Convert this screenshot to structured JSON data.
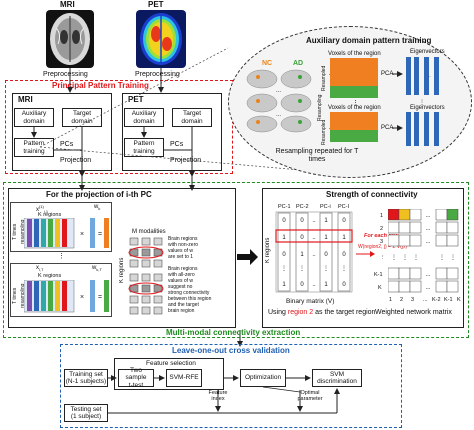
{
  "top": {
    "mri_label": "MRI",
    "pet_label": "PET",
    "preprocessing_mri": "Preprocessing",
    "preprocessing_pet": "Preprocessing"
  },
  "principal": {
    "title": "Principal Pattern Training",
    "mri": {
      "title": "MRI",
      "aux": "Auxiliary domain",
      "target": "Target domain",
      "pattern": "Pattern training",
      "pcs": "PCs",
      "projection": "Projection"
    },
    "pet": {
      "title": "PET",
      "aux": "Auxiliary domain",
      "target": "Target domain",
      "pattern": "Pattern training",
      "pcs": "PCs",
      "projection": "Projection"
    }
  },
  "aux_training": {
    "title": "Auxiliary domain pattern training",
    "nc": "NC",
    "ad": "AD",
    "voxels_top": "Voxels of the region",
    "voxels_bottom": "Voxels of the region",
    "resampled_top": "Resampled\nsamples",
    "resampled_bottom": "Resampled\nsamples",
    "resampling": "Resampling",
    "pca_top": "PCA",
    "pca_bottom": "PCA",
    "eigen_top": "Eigenvectors",
    "eigen_bottom": "Eigenvectors",
    "repeated": "Resampling repeated for T\ntimes",
    "colors": {
      "nc": "#e8841a",
      "ad": "#3aa23a",
      "orange": "#f07f21",
      "green": "#49a942",
      "blue": "#2e66b8"
    }
  },
  "projection": {
    "title": "For the projection of i-th PC",
    "x_top": "x",
    "x_top_sup": "(1)",
    "x_top_sub": "i,1",
    "w_top": "w",
    "w_top_sub": "k",
    "t_times_top": "T times\nresampling",
    "k_regions_top": "K regions",
    "x_bot": "x",
    "x_bot_sub": "i,T",
    "w_bot": "w",
    "w_bot_sub": "k,T",
    "t_times_bot": "T times\nresampling",
    "k_regions_bot": "K regions",
    "m_modalities": "M modalities",
    "k_regions": "K regions",
    "note1": "Brain regions\nwith non-zero\nvalues of w\nare set to 1",
    "note2": "Brain regions\nwith all-zero\nvalues of w\nsuggest no\nstrong connectivity\nbetween this region\nand the target\nbrain region"
  },
  "strength": {
    "title": "Strength of connectivity",
    "pc_labels": [
      "PC-1",
      "PC-2",
      "PC-i",
      "PC-I"
    ],
    "k_regions": "K regions",
    "binary_matrix": "Binary matrix (V)",
    "using": "Using",
    "region2": "region 2",
    "as_target": "as the target region",
    "for_each": "For each row,",
    "formula": "W(region2, j) = Σ V(j,i)",
    "weighted": "Weighted network matrix",
    "row_labels": [
      "1",
      "2",
      "3",
      "⋮",
      "K-1",
      "K"
    ],
    "col_labels": [
      "1",
      "2",
      "3",
      "...",
      "K-2",
      "K-1",
      "K"
    ],
    "zero": "0",
    "one": "1"
  },
  "multimodal": {
    "title": "Multi-modal connectivity extraction"
  },
  "loocv": {
    "title": "Leave-one-out cross validation",
    "feature_selection": "Feature selection",
    "training_set": "Training set\n(N-1 subjects)",
    "ttest": "Two sample\nt-test",
    "svmrfe": "SVM-RFE",
    "optimization": "Optimization",
    "svm": "SVM\ndiscrimination",
    "testing_set": "Testing set\n(1 subject)",
    "feature_index": "Feature\nindex",
    "optimal": "Optimal\nparameter"
  }
}
